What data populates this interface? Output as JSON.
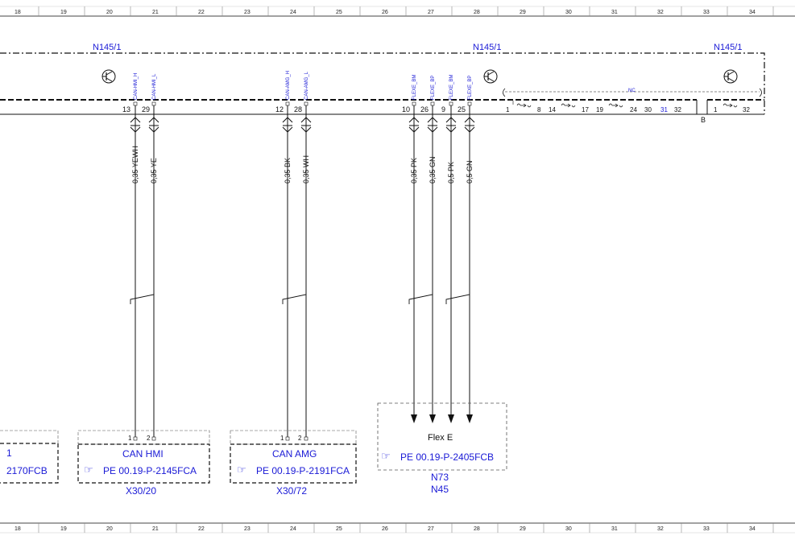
{
  "ruler": {
    "columns": [
      "18",
      "19",
      "20",
      "21",
      "22",
      "23",
      "24",
      "25",
      "26",
      "27",
      "28",
      "29",
      "30",
      "31",
      "32",
      "33",
      "34"
    ]
  },
  "module": {
    "labels": [
      "N145/1",
      "N145/1",
      "N145/1"
    ],
    "pins_left": [
      {
        "pin": "13",
        "signal": "CAN-HMI_H"
      },
      {
        "pin": "29",
        "signal": "CAN-HMI_L"
      },
      {
        "pin": "12",
        "signal": "CAN-AMG_H"
      },
      {
        "pin": "28",
        "signal": "CAN-AMG_L"
      },
      {
        "pin": "10",
        "signal": "FLEXE_BM"
      },
      {
        "pin": "26",
        "signal": "FLEXE_BP"
      },
      {
        "pin": "9",
        "signal": "FLEXE_BM"
      },
      {
        "pin": "25",
        "signal": "FLEXE_BP"
      }
    ],
    "nc_label": "NC",
    "nc_pins": [
      "1",
      "8",
      "14",
      "17",
      "19",
      "24",
      "30",
      "31",
      "32"
    ],
    "connector_b_label": "B",
    "connector_b_pins": [
      "1",
      "32"
    ]
  },
  "wires": [
    {
      "label": "0,35 YEWH"
    },
    {
      "label": "0,35 YE"
    },
    {
      "label": "0,35 BK"
    },
    {
      "label": "0,35 WH"
    },
    {
      "label": "0,35 PK"
    },
    {
      "label": "0,35 GN"
    },
    {
      "label": "0,5 PK"
    },
    {
      "label": "0,5 GN"
    }
  ],
  "connectors": [
    {
      "title": "1",
      "ref": "2170FCB",
      "designator": ""
    },
    {
      "title": "CAN HMI",
      "ref": "PE 00.19-P-2145FCA",
      "designator": "X30/20",
      "pins": [
        "1",
        "2"
      ]
    },
    {
      "title": "CAN AMG",
      "ref": "PE 00.19-P-2191FCA",
      "designator": "X30/72",
      "pins": [
        "1",
        "2"
      ]
    },
    {
      "title": "Flex E",
      "ref": "PE 00.19-P-2405FCB",
      "designator": "N73",
      "designator2": "N45"
    }
  ],
  "colors": {
    "link_blue": "#1a1ad6",
    "line": "#111111"
  }
}
